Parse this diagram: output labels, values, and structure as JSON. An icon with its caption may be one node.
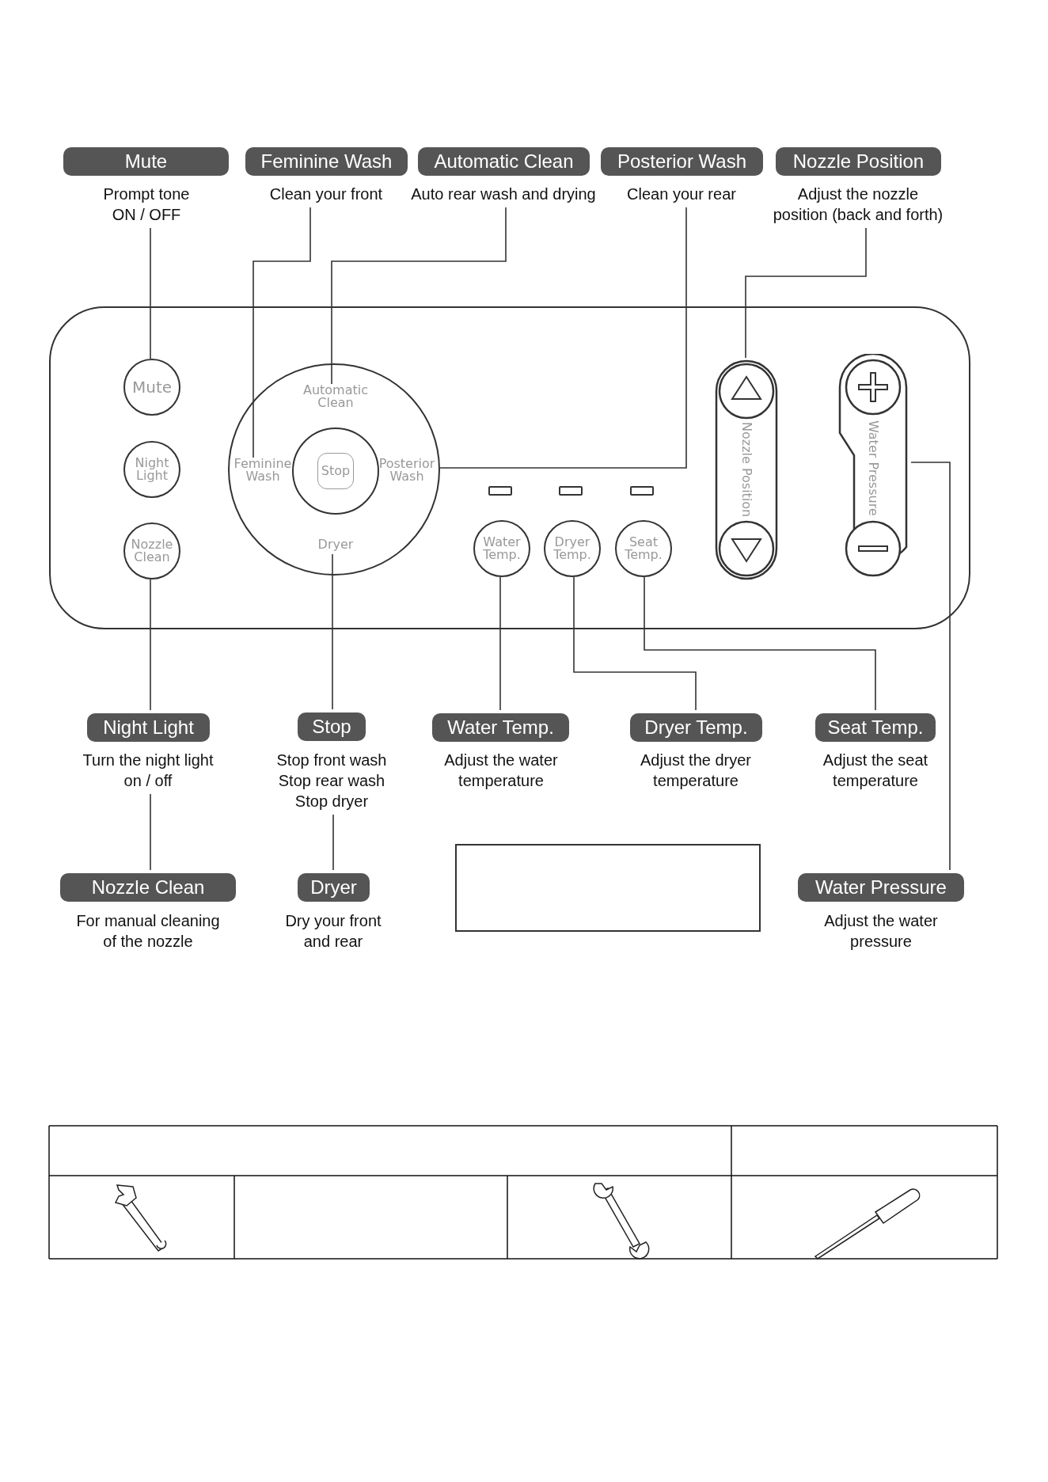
{
  "diagram": {
    "nodes": [
      {
        "text": [
          "Mute"
        ],
        "beside": [
          "Prompt tone ON / OFF"
        ]
      },
      {
        "text": [
          "Feminine Wash"
        ],
        "beside": [
          "Clean your front"
        ]
      },
      {
        "text": [
          "Automatic Clean"
        ],
        "beside": [
          "Auto rear wash and drying"
        ]
      },
      {
        "text": [
          "Posterior Wash"
        ],
        "beside": [
          "Clean your rear"
        ]
      },
      {
        "text": [
          "Nozzle Position"
        ],
        "beside": [
          "Adjust the nozzle position (back and forth)"
        ]
      },
      {
        "text": [],
        "shape": "box"
      },
      {
        "text": [
          "Mute"
        ],
        "in": 5
      },
      {
        "text": [
          "Night Light"
        ],
        "in": 5
      },
      {
        "text": [
          "Nozzle Clean"
        ],
        "in": 5
      },
      {
        "text": [],
        "shape": "circle",
        "in": 5
      },
      {
        "text": [
          "Automatic Clean"
        ],
        "in": 9
      },
      {
        "text": [
          "Feminine Wash"
        ],
        "in": 9
      },
      {
        "text": [
          "Stop"
        ],
        "in": 9
      },
      {
        "text": [
          "Posterior Wash"
        ],
        "in": 9
      },
      {
        "text": [
          "Dryer"
        ],
        "in": 9
      },
      {
        "text": [
          "Water Temp."
        ],
        "in": 5
      },
      {
        "text": [
          "Dryer Temp."
        ],
        "in": 5
      },
      {
        "text": [
          "Seat Temp."
        ],
        "in": 5
      },
      {
        "text": [
          "Nozzle Position"
        ],
        "in": 5
      },
      {
        "text": [
          "Water Pressure"
        ],
        "in": 5
      },
      {
        "text": [
          "Night Light"
        ],
        "beside": [
          "Turn the night light on / off"
        ]
      },
      {
        "text": [
          "Stop"
        ],
        "beside": [
          "Stop front wash",
          "Stop rear wash",
          "Stop dryer"
        ]
      },
      {
        "text": [
          "Water Temp."
        ],
        "beside": [
          "Adjust the water temperature"
        ]
      },
      {
        "text": [
          "Dryer Temp."
        ],
        "beside": [
          "Adjust the dryer temperature"
        ]
      },
      {
        "text": [
          "Seat Temp."
        ],
        "beside": [
          "Adjust the seat temperature"
        ]
      },
      {
        "text": [
          "Nozzle Clean"
        ],
        "beside": [
          "For manual cleaning of the nozzle"
        ]
      },
      {
        "text": [
          "Dryer"
        ],
        "beside": [
          "Dry your front and rear"
        ]
      },
      {
        "text": [],
        "shape": "box"
      },
      {
        "text": [
          "Water Pressure"
        ],
        "beside": [
          "Adjust the water pressure"
        ]
      }
    ],
    "edges": [
      {
        "from": 0,
        "to": 6,
        "arrow": "none"
      },
      {
        "from": 1,
        "to": 11,
        "arrow": "none"
      },
      {
        "from": 2,
        "to": 10,
        "arrow": "none"
      },
      {
        "from": 3,
        "to": 13,
        "arrow": "none"
      },
      {
        "from": 4,
        "to": 18,
        "arrow": "none"
      },
      {
        "from": 8,
        "to": 20,
        "arrow": "none"
      },
      {
        "from": 20,
        "to": 25,
        "arrow": "none"
      },
      {
        "from": 14,
        "to": 21,
        "arrow": "none"
      },
      {
        "from": 21,
        "to": 26,
        "arrow": "none"
      },
      {
        "from": 15,
        "to": 22,
        "arrow": "none"
      },
      {
        "from": 16,
        "to": 23,
        "arrow": "none"
      },
      {
        "from": 17,
        "to": 24,
        "arrow": "none"
      },
      {
        "from": 19,
        "to": 28,
        "arrow": "none"
      }
    ]
  }
}
